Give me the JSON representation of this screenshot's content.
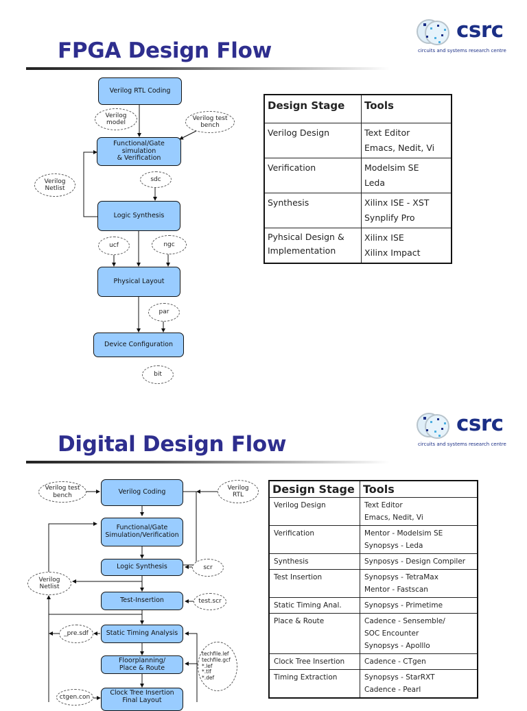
{
  "slides": [
    {
      "title": "FPGA Design Flow",
      "logo": {
        "name": "csrc",
        "tagline": "circuits and systems research centre"
      },
      "flow": {
        "boxes": [
          "Verilog RTL Coding",
          "Functional/Gate simulation & Verification",
          "Logic Synthesis",
          "Physical Layout",
          "Device Configuration"
        ],
        "box2_lines": [
          "Functional/Gate",
          "simulation",
          "& Verification"
        ],
        "inputs": {
          "verilog_model": [
            "Verilog",
            "model"
          ],
          "verilog_test_bench": [
            "Verilog test",
            "bench"
          ],
          "verilog_netlist": [
            "Verilog",
            "Netlist"
          ],
          "sdc": "sdc",
          "ucf": "ucf",
          "ngc": "ngc",
          "par": "par",
          "bit": "bit"
        }
      },
      "table": {
        "headers": [
          "Design Stage",
          "Tools"
        ],
        "rows": [
          {
            "stage": [
              "Verilog Design"
            ],
            "tools": [
              "Text Editor",
              "Emacs, Nedit, Vi"
            ]
          },
          {
            "stage": [
              "Verification"
            ],
            "tools": [
              "Modelsim SE",
              "Leda"
            ]
          },
          {
            "stage": [
              "Synthesis"
            ],
            "tools": [
              "Xilinx ISE - XST",
              "Synplify Pro"
            ]
          },
          {
            "stage": [
              "Pyhsical Design &",
              "Implementation"
            ],
            "tools": [
              "Xilinx ISE",
              "Xilinx Impact"
            ]
          }
        ]
      }
    },
    {
      "title": "Digital Design Flow",
      "logo": {
        "name": "csrc",
        "tagline": "circuits and systems research centre"
      },
      "flow": {
        "boxes": [
          "Verilog Coding",
          "Functional/Gate Simulation/Verification",
          "Logic Synthesis",
          "Test-Insertion",
          "Static Timing Analysis",
          "Floorplanning/ Place & Route",
          "Clock Tree Insertion Final Layout"
        ],
        "box2_lines": [
          "Functional/Gate",
          "Simulation/Verification"
        ],
        "box6_lines": [
          "Floorplanning/",
          "Place & Route"
        ],
        "box7_lines": [
          "Clock Tree Insertion",
          "Final Layout"
        ],
        "inputs": {
          "verilog_test_bench": [
            "Verilog test",
            "bench"
          ],
          "verilog_rtl": [
            "Verilog",
            "RTL"
          ],
          "verilog_netlist": [
            "Verilog",
            "Netlist"
          ],
          "scr": "scr",
          "test_scr": "test.scr",
          "pre_sdf": "_pre.sdf",
          "techfiles": [
            "techfile.lef",
            "techfile.gcf",
            "*.lef",
            "*.tlf",
            "*.def"
          ],
          "ctgen_con": "ctgen.con"
        }
      },
      "table": {
        "headers": [
          "Design Stage",
          "Tools"
        ],
        "rows": [
          {
            "stage": [
              "Verilog Design"
            ],
            "tools": [
              "Text Editor",
              "Emacs, Nedit, Vi"
            ]
          },
          {
            "stage": [
              "Verification"
            ],
            "tools": [
              "Mentor - Modelsim SE",
              "Synopsys -  Leda"
            ]
          },
          {
            "stage": [
              "Synthesis"
            ],
            "tools": [
              "Synposys - Design Compiler"
            ]
          },
          {
            "stage": [
              "Test Insertion"
            ],
            "tools": [
              "Synopsys - TetraMax",
              "Mentor  - Fastscan"
            ]
          },
          {
            "stage": [
              "Static Timing Anal."
            ],
            "tools": [
              "Synopsys - Primetime"
            ]
          },
          {
            "stage": [
              "Place & Route"
            ],
            "tools": [
              "Cadence - Sensemble/",
              "SOC Encounter",
              "Synopsys - Apolllo"
            ]
          },
          {
            "stage": [
              "Clock Tree Insertion"
            ],
            "tools": [
              "Cadence - CTgen"
            ]
          },
          {
            "stage": [
              "Timing Extraction"
            ],
            "tools": [
              "Synopsys - StarRXT",
              "Cadence - Pearl"
            ]
          }
        ]
      }
    }
  ],
  "colors": {
    "title": "#2e2e8e",
    "box_fill": "#99ccff",
    "logo": "#1b2f86"
  }
}
